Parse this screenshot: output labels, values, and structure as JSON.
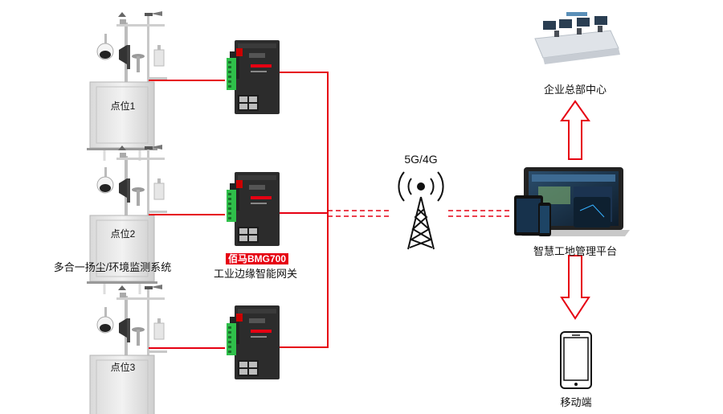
{
  "stations": [
    {
      "label": "点位1"
    },
    {
      "label": "点位2"
    },
    {
      "label": "点位3"
    }
  ],
  "system_label": "多合一扬尘/环境监测系统",
  "gateway": {
    "model": "佰马BMG700",
    "name": "工业边缘智能网关"
  },
  "network_label": "5G/4G",
  "hq_label": "企业总部中心",
  "platform_label": "智慧工地管理平台",
  "mobile_label": "移动端",
  "colors": {
    "link": "#e60012",
    "arrow_outline": "#e60012",
    "cabinet": "#e9e9e9"
  }
}
